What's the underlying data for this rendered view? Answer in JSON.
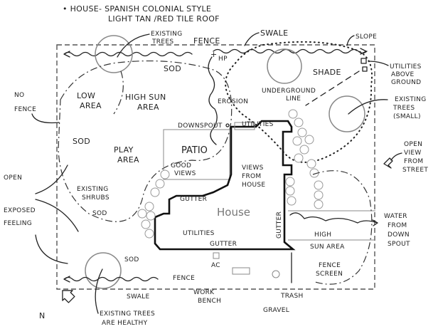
{
  "title": {
    "line1": "• HOUSE- SPANISH COLONIAL STYLE",
    "line2": "LIGHT TAN /RED TILE ROOF"
  },
  "labels": {
    "existing_trees_top": [
      "EXISTING",
      "TREES"
    ],
    "fence_top": "FENCE",
    "swale_top": "SWALE",
    "slope": "SLOPE",
    "hp": "HP",
    "sod_top": "SOD",
    "shade": "SHADE",
    "utilities_above": [
      "UTILITIES",
      "ABOVE",
      "GROUND"
    ],
    "no_fence": [
      "NO",
      "FENCE"
    ],
    "low_area": [
      "LOW",
      "AREA"
    ],
    "high_sun_area": [
      "HIGH SUN",
      "AREA"
    ],
    "erosion": "EROSION",
    "underground_line": [
      "UNDERGROUND",
      "LINE"
    ],
    "existing_trees_small": [
      "EXISTING",
      "TREES",
      "(SMALL)"
    ],
    "sod_left": "SOD",
    "downspout": "DOWNSPOUT",
    "play_area": [
      "PLAY",
      "AREA"
    ],
    "patio": "PATIO",
    "good_views": [
      "GOOD",
      "VIEWS"
    ],
    "utilities_top": "UTILITIES",
    "views_from_house": [
      "VIEWS",
      "FROM",
      "HOUSE"
    ],
    "open_view_street": [
      "OPEN",
      "VIEW",
      "FROM",
      "STREET"
    ],
    "open_exposed": [
      "OPEN",
      "EXPOSED",
      "FEELING"
    ],
    "existing_shrubs": [
      "EXISTING",
      "SHRUBS"
    ],
    "sod_mid": "SOD",
    "gutter_left": "GUTTER",
    "house": "House",
    "gutter_right": "GUTTER",
    "water_downspout": [
      "WATER",
      "FROM",
      "DOWN",
      "SPOUT"
    ],
    "utilities_bottom": "UTILITIES",
    "gutter_bottom": "GUTTER",
    "high_sun_bottom": [
      "HIGH",
      "SUN AREA"
    ],
    "sod_bottom": "SOD",
    "ac": "AC",
    "fence_bottom": "FENCE",
    "fence_screen": [
      "FENCE",
      "SCREEN"
    ],
    "swale_bottom": "SWALE",
    "work_bench": [
      "WORK",
      "BENCH"
    ],
    "trash": "TRASH",
    "gravel": "GRAVEL",
    "existing_healthy": [
      "EXISTING TREES",
      "ARE HEALTHY"
    ],
    "north": "N"
  }
}
